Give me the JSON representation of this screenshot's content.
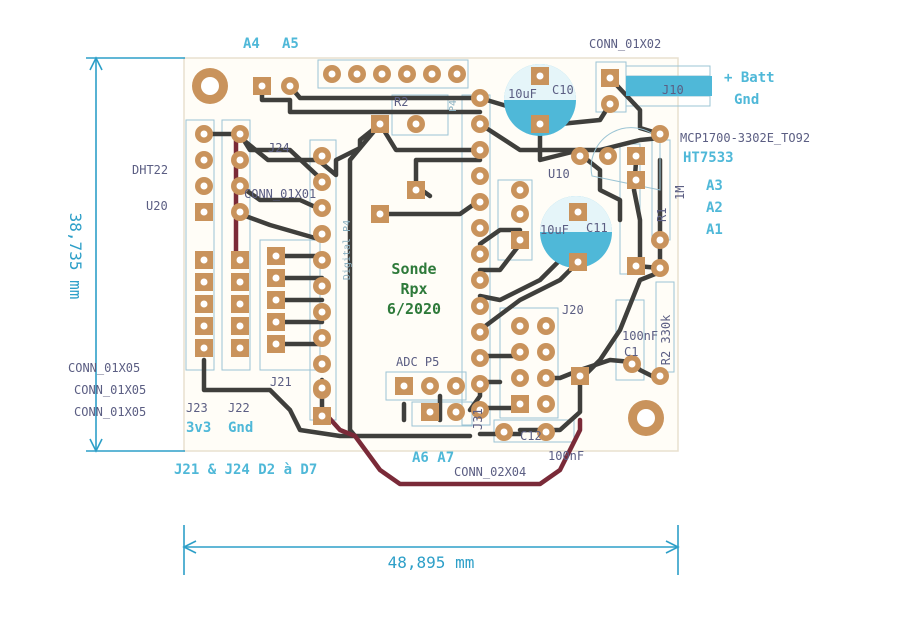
{
  "board": {
    "title_line1": "Sonde",
    "title_line2": "Rpx",
    "title_line3": "6/2020"
  },
  "dimensions": {
    "height": "38,735 mm",
    "width": "48,895 mm"
  },
  "labels": {
    "a4": "A4",
    "a5": "A5",
    "conn_01x02": "CONN_01X02",
    "batt_plus": "+ Batt",
    "gnd_right": "Gnd",
    "j10": "J10",
    "mcp": "MCP1700-3302E_TO92",
    "ht": "HT7533",
    "a3": "A3",
    "a2": "A2",
    "a1": "A1",
    "one_m": "1M",
    "r1": "R1",
    "dht22": "DHT22",
    "u20": "U20",
    "j24": "J24",
    "conn_01x01": "CONN_01X01",
    "r2_top": "R2",
    "p4": "P4",
    "c10": "C10",
    "cap10": "10uF",
    "u10": "U10",
    "c11": "C11",
    "cap11": "10uF",
    "r2_330k": "R2 330k",
    "c1_val": "100nF",
    "c1": "C1",
    "digital": "Digital P4",
    "adc": "ADC P5",
    "j21": "J21",
    "j23": "J23",
    "j22": "J22",
    "v3v3": "3v3",
    "gnd_left": "Gnd",
    "conn_01x05_a": "CONN_01X05",
    "conn_01x05_b": "CONN_01X05",
    "conn_01x05_c": "CONN_01X05",
    "j31": "J31",
    "c12": "C12",
    "c12_val": "100nF",
    "a6a7": "A6 A7",
    "conn_02x04": "CONN_02X04",
    "j21j24": "J21 & J24 D2 à D7",
    "j20": "J20"
  },
  "colors": {
    "board": "#ffffff",
    "trace": "#3f3f3c",
    "trace_red": "#7a2a38",
    "pad": "#c9935c",
    "cap": "#4fb8d8",
    "silk": "#8ab0c0",
    "dim": "#2d9fc8"
  }
}
